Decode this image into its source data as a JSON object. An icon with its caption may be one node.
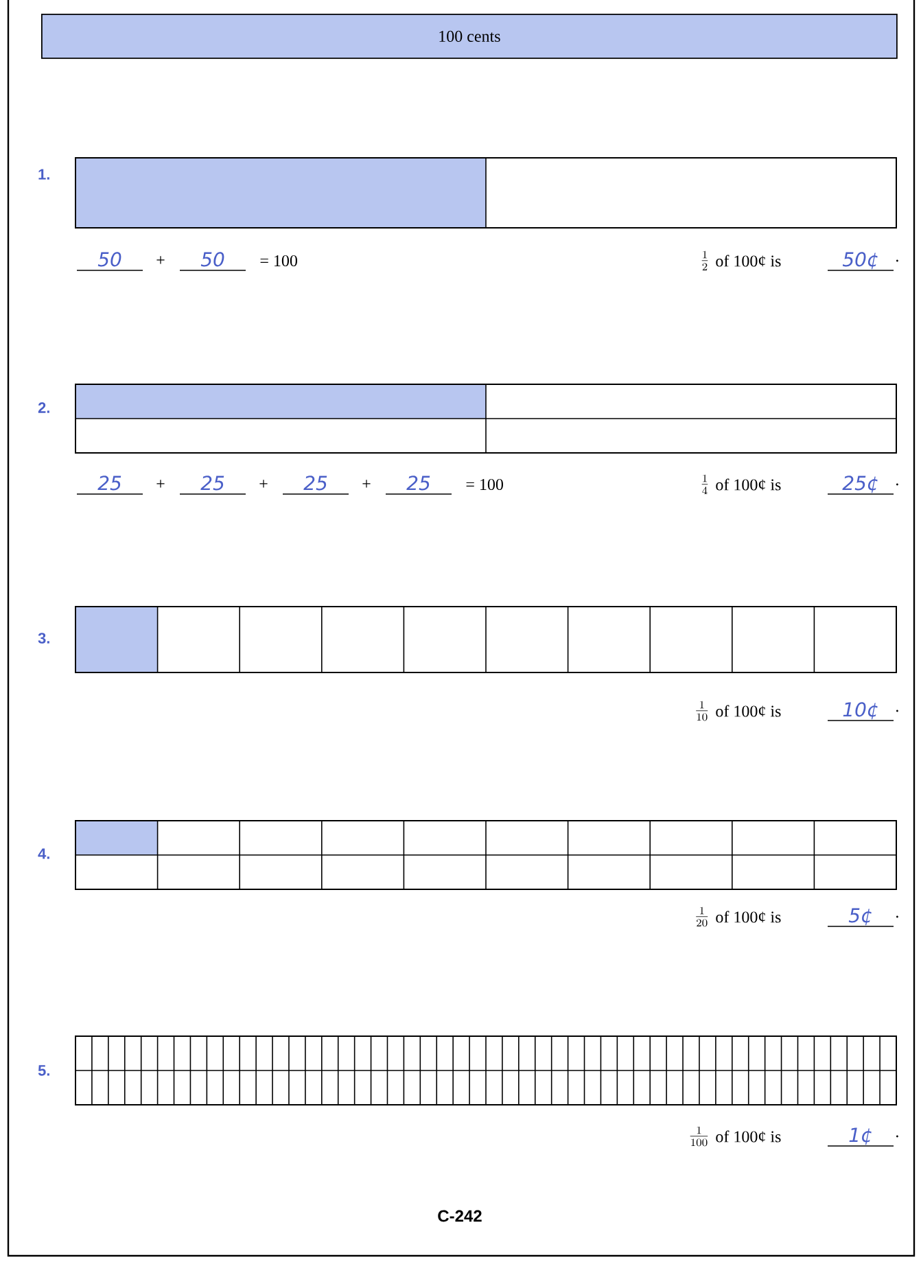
{
  "diagram": {
    "nodes": [
      {
        "text": [
          "100 cents"
        ]
      }
    ],
    "labels": [
      "1.",
      "50",
      "+",
      "50",
      "= 100",
      "\\frac{1}{2}",
      "of 100¢ is",
      "50¢",
      ".",
      "2.",
      "25",
      "+",
      "25",
      "+",
      "25",
      "+",
      "25",
      "= 100",
      "\\frac{1}{4}",
      "of 100¢ is",
      "25¢",
      ".",
      "3.",
      "\\frac{1}{10}",
      "of 100¢ is",
      "10¢",
      ".",
      "4.",
      "\\frac{1}{20}",
      "of 100¢ is",
      "5¢",
      ".",
      "5.",
      "\\frac{1}{100}",
      "of 100¢ is",
      "1¢",
      ".",
      "C-242"
    ]
  }
}
